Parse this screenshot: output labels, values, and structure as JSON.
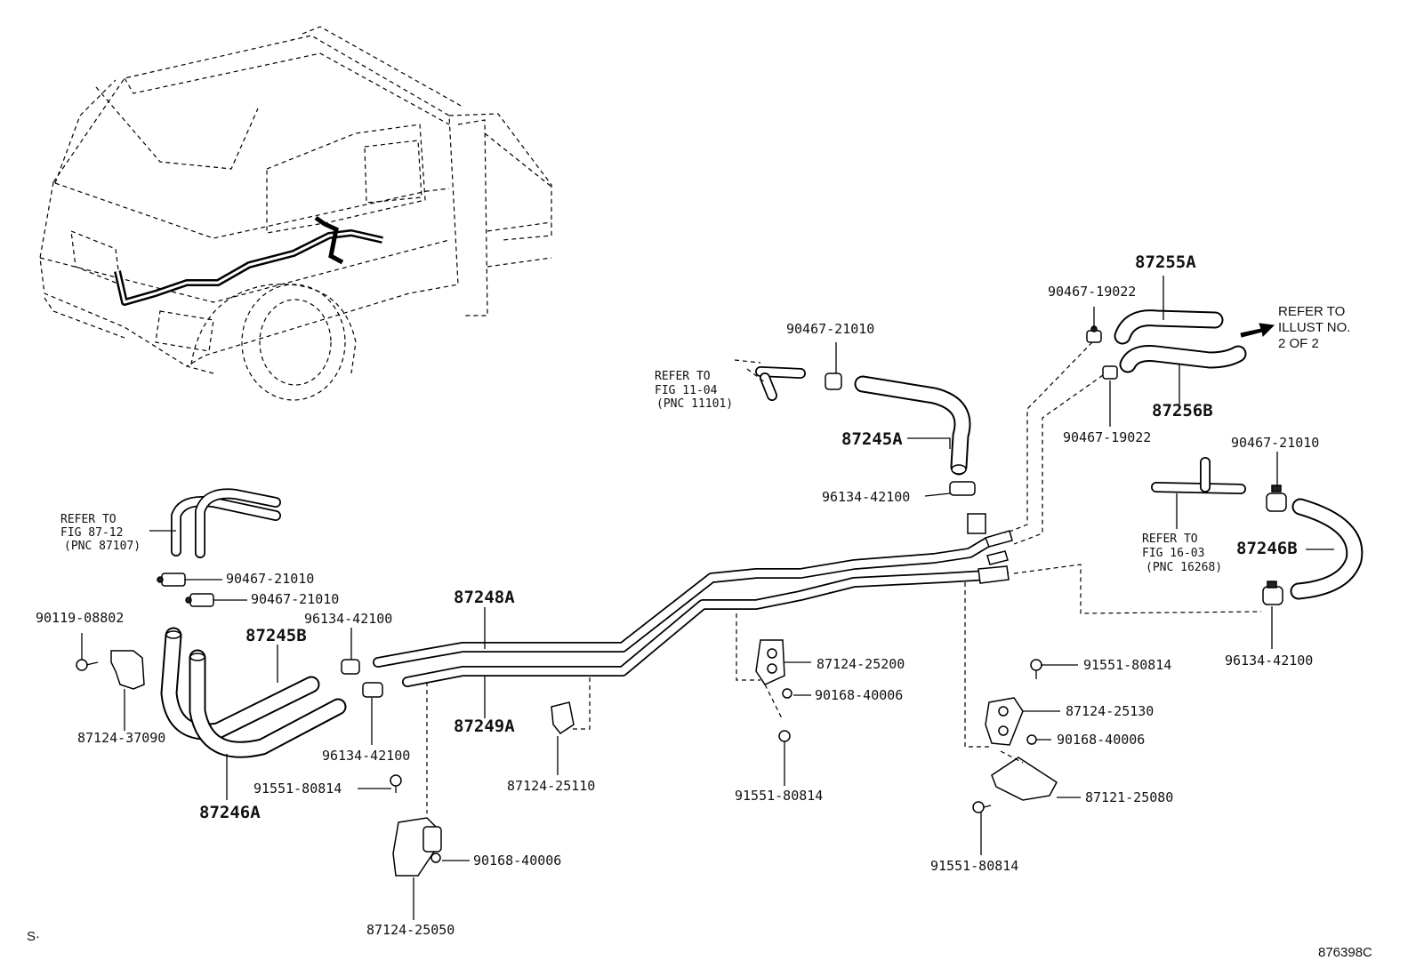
{
  "parts": {
    "p87255A": "87255A",
    "p90467_19022_top": "90467-19022",
    "p90467_21010_top": "90467-21010",
    "p87245A": "87245A",
    "p96134_42100_mid": "96134-42100",
    "p87256B": "87256B",
    "p90467_19022_bot": "90467-19022",
    "p90467_21010_right": "90467-21010",
    "p87246B": "87246B",
    "p96134_42100_right": "96134-42100",
    "p90467_21010_left1": "90467-21010",
    "p90467_21010_left2": "90467-21010",
    "p90119_08802": "90119-08802",
    "p87245B": "87245B",
    "p96134_42100_left1": "96134-42100",
    "p87248A": "87248A",
    "p87124_37090": "87124-37090",
    "p96134_42100_left2": "96134-42100",
    "p87249A": "87249A",
    "p87124_25200": "87124-25200",
    "p90168_40006_mid": "90168-40006",
    "p91551_80814_r1": "91551-80814",
    "p87124_25130": "87124-25130",
    "p90168_40006_r": "90168-40006",
    "p87246A": "87246A",
    "p91551_80814_left": "91551-80814",
    "p87124_25110": "87124-25110",
    "p91551_80814_mid": "91551-80814",
    "p87121_25080": "87121-25080",
    "p90168_40006_bot": "90168-40006",
    "p91551_80814_r2": "91551-80814",
    "p87124_25050": "87124-25050"
  },
  "refs": {
    "fig1104": {
      "l1": "REFER TO",
      "l2": "FIG 11-04",
      "l3": "(PNC 11101)"
    },
    "fig8712": {
      "l1": "REFER TO",
      "l2": "FIG 87-12",
      "l3": "(PNC 87107)"
    },
    "fig1603": {
      "l1": "REFER TO",
      "l2": "FIG 16-03",
      "l3": "(PNC 16268)"
    },
    "illust": {
      "l1": "REFER TO",
      "l2": "ILLUST NO.",
      "l3": "2 OF 2"
    }
  },
  "footer": {
    "left_mark": "S·",
    "illustration_code": "876398C"
  }
}
